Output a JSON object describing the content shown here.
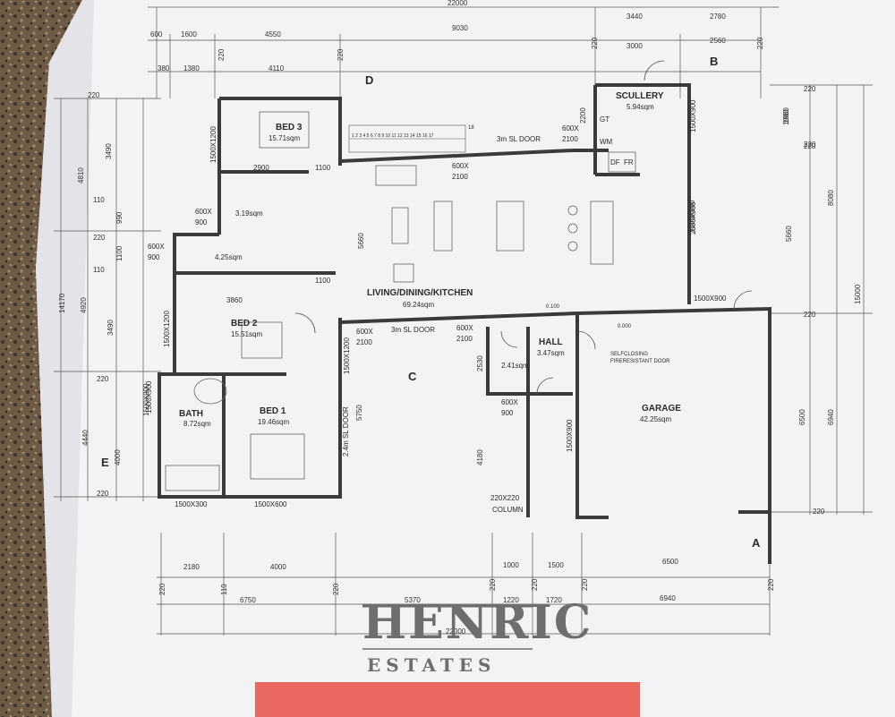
{
  "rooms": {
    "bed3": {
      "name": "BED 3",
      "area": "15.71sqm"
    },
    "bed2": {
      "name": "BED 2",
      "area": "15.51sqm"
    },
    "bed1": {
      "name": "BED 1",
      "area": "19.46sqm"
    },
    "bath": {
      "name": "BATH",
      "area": "8.72sqm"
    },
    "bathroom_a": {
      "area": "3.19sqm"
    },
    "bathroom_b": {
      "area": "4.25sqm"
    },
    "scullery": {
      "name": "SCULLERY",
      "area": "5.94sqm"
    },
    "living": {
      "name": "LIVING/DINING/KITCHEN",
      "area": "69.24sqm"
    },
    "hall": {
      "name": "HALL",
      "area": "3.47sqm"
    },
    "wc": {
      "area": "2.41sqm"
    },
    "garage": {
      "name": "GARAGE",
      "area": "42.25sqm"
    }
  },
  "notes": {
    "sl_door_top": "3m SL DOOR",
    "sl_door_mid": "3m SL DOOR",
    "sl_door_bed1": "2.4m SL DOOR",
    "fire_door_1": "SELFCLOSING",
    "fire_door_2": "FIRERESISTANT DOOR",
    "column_1": "220X220",
    "column_2": "COLUMN",
    "gt": "GT",
    "wm": "WM",
    "df": "DF",
    "fr": "FR",
    "w600_2100_a": "600X",
    "w600_2100_a2": "2100",
    "w600_2100_b": "600X",
    "w600_2100_b2": "2100",
    "w600_2100_c": "600X",
    "w600_2100_c2": "2100",
    "w600_2100_d": "600X",
    "w600_2100_d2": "2100",
    "w600_900_a": "600X",
    "w600_900_a2": "900",
    "w600_900_b": "600X",
    "w600_900_b2": "900",
    "w600_900_c": "600X",
    "w600_900_c2": "900",
    "w1500_900": "1500X900",
    "w1500_300": "1500X300",
    "w1500_600": "1500X600",
    "w1500_1200_a": "1500X1200",
    "w1500_1200_b": "1500X1200",
    "w1500_1200_c": "1500X1200",
    "w1500_900_v": "1500X900",
    "w1500_900_v2": "1500X900",
    "w2500_900": "2500X900",
    "w1500_900_v3": "1500X900",
    "w1500_900_v4": "1500X900",
    "val_0100": "0.100",
    "val_0000": "0.000",
    "stairs": "1 2 3 4 5 6 7 8 9 10 11 12 13 14 15 16 17",
    "stairs_end": "18"
  },
  "markers": {
    "A": "A",
    "B": "B",
    "C": "C",
    "D": "D",
    "E": "E"
  },
  "dims_top": {
    "total": "22000",
    "d600": "600",
    "d1600": "1600",
    "d4550": "4550",
    "d9030": "9030",
    "d3440": "3440",
    "d2780": "2780",
    "d380": "380",
    "d1380": "1380",
    "d220a": "220",
    "d4110": "4110",
    "d220b": "220",
    "d220c": "220",
    "d3000": "3000",
    "d2560": "2560",
    "d220d": "220"
  },
  "dims_inner": {
    "d2900": "2900",
    "d1100a": "1100",
    "d1100b": "1100",
    "d3860": "3860",
    "d1100c": "1100",
    "d2200": "2200",
    "d1980": "1980",
    "d220e": "220"
  },
  "dims_left": {
    "d220_1": "220",
    "d4810": "4810",
    "d3490a": "3490",
    "d110a": "110",
    "d990": "990",
    "d220_2": "220",
    "d1100": "1100",
    "d110b": "110",
    "d14170": "14170",
    "d4920": "4920",
    "d3490b": "3490",
    "d220_3": "220",
    "d4440": "4440",
    "d4000": "4000",
    "d220_4": "220",
    "d1500x900": "1500X900"
  },
  "dims_right": {
    "d220_1": "220",
    "d1980": "1980",
    "d220_2": "220",
    "d8080": "8080",
    "d5660": "5660",
    "d15000": "15000",
    "d220_3": "220",
    "d6500": "6500",
    "d6940": "6940",
    "d220_4": "220"
  },
  "dims_mid": {
    "d5660": "5660",
    "d5750": "5750",
    "d2530": "2530",
    "d4180": "4180",
    "d1500x900": "1500X900"
  },
  "dims_bottom": {
    "d2180": "2180",
    "d4000": "4000",
    "d1000": "1000",
    "d1500": "1500",
    "d6500": "6500",
    "d220a": "220",
    "d110": "110",
    "d220b": "220",
    "d220c": "220",
    "d220d": "220",
    "d220e": "220",
    "d220f": "220",
    "d6750": "6750",
    "d5370": "5370",
    "d1220": "1220",
    "d1720": "1720",
    "d6940": "6940",
    "total": "22000"
  },
  "logo": {
    "line1": "HENRIC",
    "line2": "ESTATES"
  },
  "colors": {
    "paper": "#f3f3f4",
    "ink": "#333333",
    "wall": "#3a3a3a",
    "granite": "#6b5a44",
    "banner": "#e8685f",
    "logo": "#6e6e6e"
  }
}
